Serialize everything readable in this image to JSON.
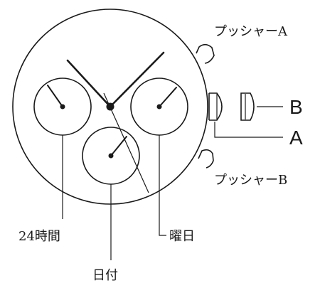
{
  "labels": {
    "pusher_a": "プッシャーA",
    "pusher_b": "プッシャーB",
    "crown_position_b": "B",
    "crown_position_a": "A",
    "dial_24h": "24時間",
    "dial_day": "曜日",
    "dial_date": "日付"
  },
  "colors": {
    "line": "#1a1a1a",
    "background": "#ffffff"
  }
}
